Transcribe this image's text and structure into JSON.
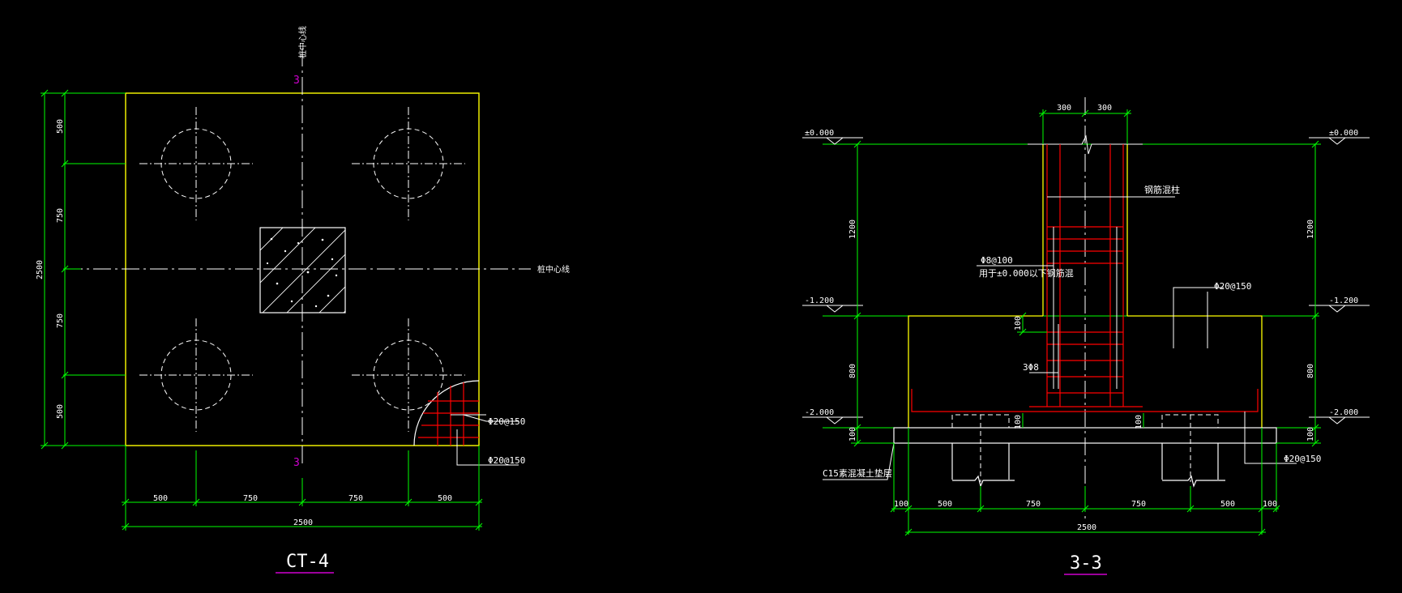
{
  "colors": {
    "background": "#000000",
    "outline": "#ffff00",
    "dimension": "#00ff00",
    "rebar": "#ff0000",
    "annotation": "#ffffff",
    "section_mark": "#d000d0",
    "title_underline": "#d000d0"
  },
  "plan": {
    "title": "CT-4",
    "section_mark_top": "3",
    "section_mark_bottom": "3",
    "axis_label_vertical": "桩中心线",
    "axis_label_horizontal": "桩中心线",
    "dims_left": [
      "500",
      "750",
      "750",
      "500"
    ],
    "dim_left_total": "2500",
    "dims_bottom": [
      "500",
      "750",
      "750",
      "500"
    ],
    "dim_bottom_total": "2500",
    "rebar_label_1": "Φ20@150",
    "rebar_label_2": "Φ20@150"
  },
  "section": {
    "title": "3-3",
    "column_dims": [
      "300",
      "300"
    ],
    "elevations": {
      "top_left": "±0.000",
      "top_right": "±0.000",
      "mid_left": "-1.200",
      "mid_right": "-1.200",
      "bottom_left": "-2.000",
      "bottom_right": "-2.000"
    },
    "dim_1200_left": "1200",
    "dim_1200_right": "1200",
    "dim_800_left": "800",
    "dim_800_right": "800",
    "dim_100_left": "100",
    "dim_100_right": "100",
    "dim_100_step": "100",
    "dim_100_pile_left": "100",
    "dim_100_pile_right": "100",
    "label_column": "钢筋混柱",
    "label_stirrup_1": "Φ8@100",
    "label_stirrup_2": "用于±0.000以下钢筋混",
    "label_bars": "3Φ8",
    "label_rebar_top": "Φ20@150",
    "label_rebar_bottom": "Φ20@150",
    "label_cushion": "C15素混凝土垫层",
    "dims_bottom": [
      "100",
      "500",
      "750",
      "750",
      "500",
      "100"
    ],
    "dim_bottom_total": "2500"
  }
}
